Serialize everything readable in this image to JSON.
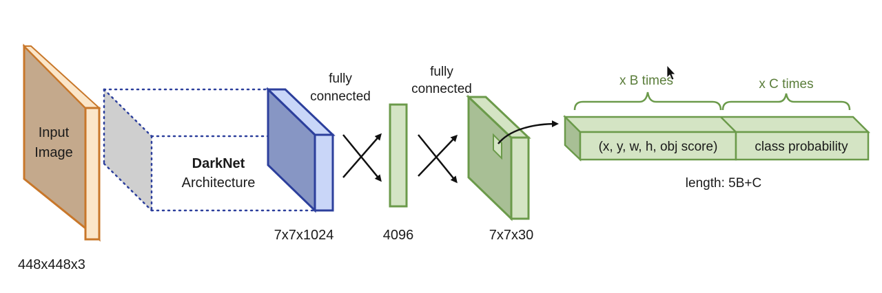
{
  "input": {
    "label_line1": "Input",
    "label_line2": "Image",
    "dims": "448x448x3"
  },
  "darknet": {
    "title": "DarkNet",
    "subtitle": "Architecture",
    "dims": "7x7x1024"
  },
  "fc1": {
    "label_line1": "fully",
    "label_line2": "connected",
    "dims": "4096"
  },
  "fc2": {
    "label_line1": "fully",
    "label_line2": "connected",
    "dims": "7x7x30"
  },
  "output_vector": {
    "brace_b": "x B times",
    "brace_c": "x C times",
    "segment_box": "(x, y, w, h, obj score)",
    "segment_class": "class probability",
    "length": "length: 5B+C"
  },
  "colors": {
    "input_fill": "#c4a98c",
    "input_stroke": "#c8772a",
    "input_side": "#fbe6c9",
    "darknet_front": "#8796c4",
    "darknet_side": "#c9d6f8",
    "darknet_stroke": "#2c3f9c",
    "green_fill": "#d4e4c4",
    "green_dark": "#a8bf95",
    "green_stroke": "#6b9a4a",
    "green_text": "#5a7d3a",
    "dotted": "#2c3f9c",
    "grey_plane": "#cfcfcf"
  },
  "icons": {
    "cursor": "mouse-pointer-icon",
    "cross_arrow": "cross-arrow-icon",
    "curved_arrow": "curved-arrow-icon"
  }
}
